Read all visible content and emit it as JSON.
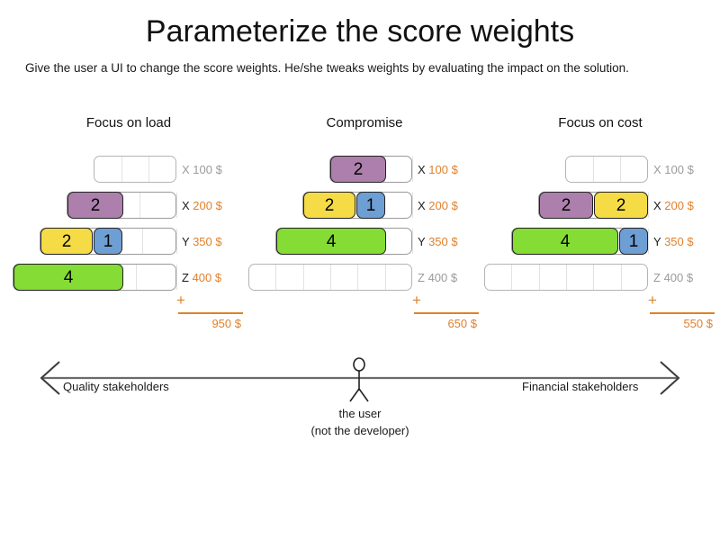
{
  "header": {
    "title": "Parameterize the score weights",
    "subtitle": "Give the user a UI to change the score weights. He/she tweaks weights by evaluating the impact on the solution."
  },
  "colors": {
    "purple": "#AC7FAC",
    "yellow": "#F5DC46",
    "blue": "#6E9FD4",
    "green": "#84DC34",
    "orange": "#E0812C",
    "muted": "#9B9B9B",
    "track_border": "#9A9A9A"
  },
  "columns": [
    {
      "title": "Focus on load",
      "sum": {
        "plus": "+",
        "total": "950 $"
      },
      "rows": [
        {
          "key": "X",
          "amount": "100 $",
          "muted": true,
          "track_w": 92,
          "slots": 3,
          "chips": []
        },
        {
          "key": "X",
          "amount": "200 $",
          "muted": false,
          "track_w": 122,
          "slots": 3,
          "chips": [
            {
              "value": "2",
              "color": "purple",
              "w": 62
            }
          ]
        },
        {
          "key": "Y",
          "amount": "350 $",
          "muted": false,
          "track_w": 152,
          "slots": 4,
          "chips": [
            {
              "value": "2",
              "color": "yellow",
              "w": 58
            },
            {
              "value": "1",
              "color": "blue",
              "w": 32
            }
          ]
        },
        {
          "key": "Z",
          "amount": "400 $",
          "muted": false,
          "track_w": 182,
          "slots": 4,
          "chips": [
            {
              "value": "4",
              "color": "green",
              "w": 122
            }
          ]
        }
      ]
    },
    {
      "title": "Compromise",
      "sum": {
        "plus": "+",
        "total": "650 $"
      },
      "rows": [
        {
          "key": "X",
          "amount": "100 $",
          "muted": false,
          "track_w": 92,
          "slots": 3,
          "chips": [
            {
              "value": "2",
              "color": "purple",
              "w": 62
            }
          ]
        },
        {
          "key": "X",
          "amount": "200 $",
          "muted": false,
          "track_w": 122,
          "slots": 3,
          "chips": [
            {
              "value": "2",
              "color": "yellow",
              "w": 58
            },
            {
              "value": "1",
              "color": "blue",
              "w": 32
            }
          ]
        },
        {
          "key": "Y",
          "amount": "350 $",
          "muted": false,
          "track_w": 152,
          "slots": 4,
          "chips": [
            {
              "value": "4",
              "color": "green",
              "w": 122
            }
          ]
        },
        {
          "key": "Z",
          "amount": "400 $",
          "muted": true,
          "track_w": 182,
          "slots": 6,
          "chips": []
        }
      ]
    },
    {
      "title": "Focus on cost",
      "sum": {
        "plus": "+",
        "total": "550 $"
      },
      "rows": [
        {
          "key": "X",
          "amount": "100 $",
          "muted": true,
          "track_w": 92,
          "slots": 3,
          "chips": []
        },
        {
          "key": "X",
          "amount": "200 $",
          "muted": false,
          "track_w": 122,
          "slots": 3,
          "chips": [
            {
              "value": "2",
              "color": "purple",
              "w": 60
            },
            {
              "value": "2",
              "color": "yellow",
              "w": 60
            }
          ]
        },
        {
          "key": "Y",
          "amount": "350 $",
          "muted": false,
          "track_w": 152,
          "slots": 4,
          "chips": [
            {
              "value": "4",
              "color": "green",
              "w": 118
            },
            {
              "value": "1",
              "color": "blue",
              "w": 32
            }
          ]
        },
        {
          "key": "Z",
          "amount": "400 $",
          "muted": true,
          "track_w": 182,
          "slots": 6,
          "chips": []
        }
      ]
    }
  ],
  "axis": {
    "left_label": "Quality stakeholders",
    "right_label": "Financial stakeholders",
    "center_label_line1": "the user",
    "center_label_line2": "(not the developer)"
  }
}
